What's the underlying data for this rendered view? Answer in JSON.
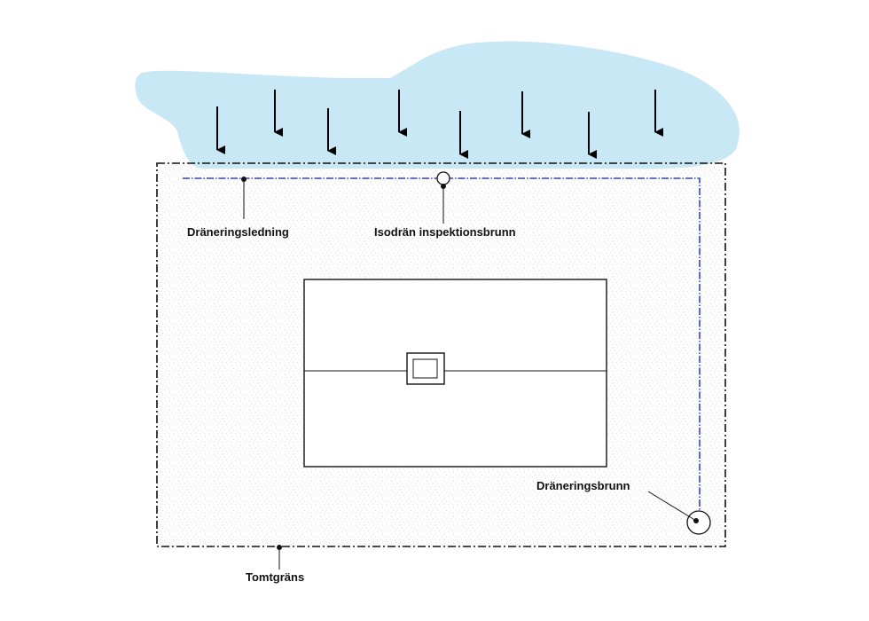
{
  "labels": {
    "drain_pipe": "Dräneringsledning",
    "inspection_well": "Isodrän inspektionsbrunn",
    "drain_well": "Dräneringsbrunn",
    "property_boundary": "Tomtgräns"
  },
  "colors": {
    "water": "#c9e8f6",
    "pipe": "#2f47b8",
    "boundary": "#111111",
    "ground_speckle": "#cfcfcf",
    "building": "#ffffff",
    "arrow": "#000000"
  },
  "rain_arrows": 8
}
